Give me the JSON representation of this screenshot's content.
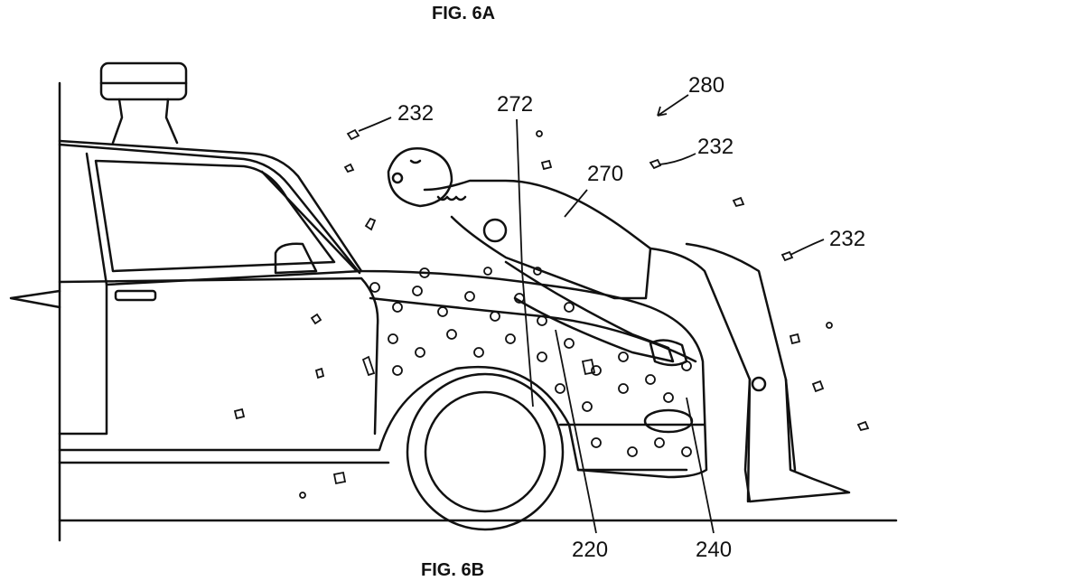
{
  "figure_top": "FIG. 6A",
  "figure_bottom": "FIG. 6B",
  "labels": {
    "adhesive_top_left": "232",
    "pedestrian_contact": "272",
    "system": "280",
    "adhesive_top_right": "232",
    "pedestrian": "270",
    "adhesive_right": "232",
    "hood": "220",
    "front_end": "240"
  }
}
